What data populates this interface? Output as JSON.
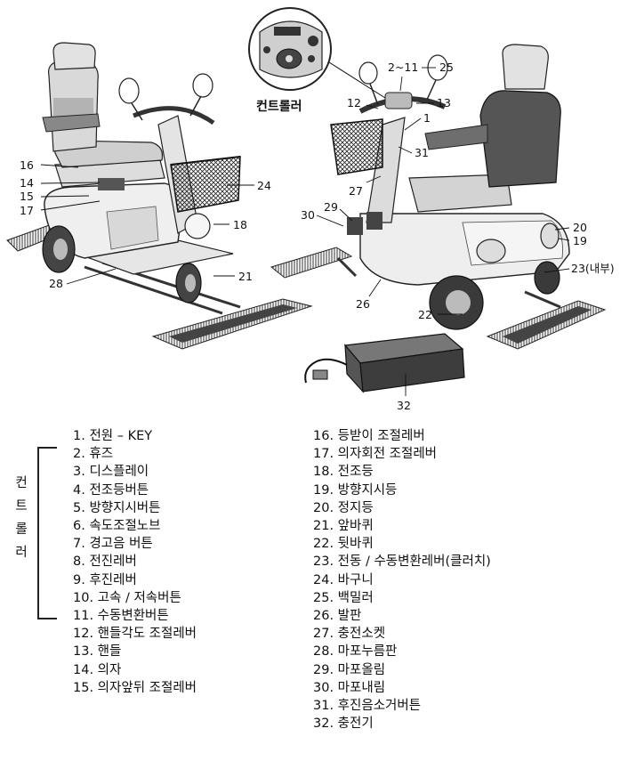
{
  "controller_caption": "컨트롤러",
  "callouts": {
    "c1": "1",
    "c2_11": "2~11",
    "c12": "12",
    "c13": "13",
    "c14": "14",
    "c15": "15",
    "c16": "16",
    "c17": "17",
    "c18": "18",
    "c19": "19",
    "c20": "20",
    "c21": "21",
    "c22": "22",
    "c23": "23(내부)",
    "c24": "24",
    "c25": "25",
    "c26": "26",
    "c27": "27",
    "c28": "28",
    "c29": "29",
    "c30": "30",
    "c31": "31",
    "c32": "32"
  },
  "legend_left": [
    "1. 전원 – KEY",
    "2. 휴즈",
    "3. 디스플레이",
    "4. 전조등버튼",
    "5. 방향지시버튼",
    "6. 속도조절노브",
    "7. 경고음 버튼",
    "8. 전진레버",
    "9. 후진레버",
    "10. 고속 / 저속버튼",
    "11. 수동변환버튼",
    "12. 핸들각도 조절레버",
    "13. 핸들",
    "14. 의자",
    "15. 의자앞뒤 조절레버"
  ],
  "legend_right": [
    "16. 등받이 조절레버",
    "17. 의자회전 조절레버",
    "18. 전조등",
    "19. 방향지시등",
    "20. 정지등",
    "21. 앞바퀴",
    "22. 뒷바퀴",
    "23. 전동 / 수동변환레버(클러치)",
    "24. 바구니",
    "25. 백밀러",
    "26. 발판",
    "27. 충전소켓",
    "28. 마포누름판",
    "29. 마포올림",
    "30. 마포내림",
    "31. 후진음소거버튼",
    "32. 충전기"
  ],
  "controller_vertical": [
    "컨",
    "트",
    "롤",
    "러"
  ]
}
